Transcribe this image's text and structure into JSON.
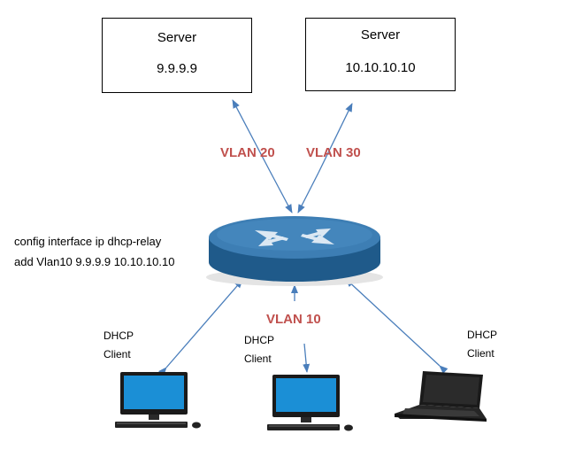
{
  "servers": [
    {
      "title": "Server",
      "ip": "9.9.9.9"
    },
    {
      "title": "Server",
      "ip": "10.10.10.10"
    }
  ],
  "vlans": {
    "vlan20": "VLAN 20",
    "vlan30": "VLAN 30",
    "vlan10": "VLAN 10"
  },
  "command": {
    "line1": "config interface ip dhcp-relay",
    "line2": "add Vlan10 9.9.9.9  10.10.10.10"
  },
  "clients": [
    {
      "line1": "DHCP",
      "line2": "Client",
      "device": "desktop"
    },
    {
      "line1": "DHCP",
      "line2": "Client",
      "device": "desktop"
    },
    {
      "line1": "DHCP",
      "line2": "Client",
      "device": "laptop"
    }
  ],
  "colors": {
    "vlan_label": "#c0504d",
    "arrow": "#4a7ebb",
    "router_top": "#3d7eb4",
    "router_side": "#1f5a8a"
  },
  "icons": {
    "router": "router-icon",
    "desktop": "desktop-computer-icon",
    "laptop": "laptop-icon"
  }
}
